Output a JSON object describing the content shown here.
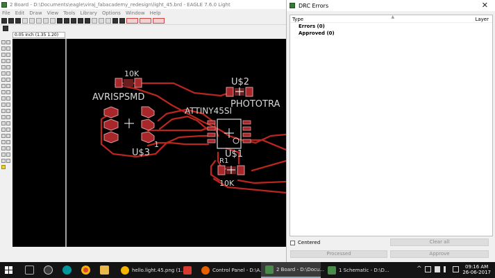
{
  "eagle": {
    "title": "2 Board - D:\\Documents\\eagle\\viraj_fabacademy_redesign\\light_45.brd - EAGLE 7.6.0 Light",
    "menu": [
      "File",
      "Edit",
      "Draw",
      "View",
      "Tools",
      "Library",
      "Options",
      "Window",
      "Help"
    ],
    "coordinate_readout": "0.05 inch (1.35 1.20)",
    "board_labels": {
      "r10k_top": "10K",
      "avrisp": "AVRISPSMD",
      "u2": "U$2",
      "phototr": "PHOTOTRA",
      "attiny": "ATTINY45SI",
      "u1": "U$1",
      "u3": "U$3",
      "pin1": "1",
      "r1": "R1",
      "r10k_bottom": "10K"
    }
  },
  "drc": {
    "title": "DRC Errors",
    "close_glyph": "✕",
    "columns": {
      "type": "Type",
      "layer": "Layer"
    },
    "items": [
      "Errors (0)",
      "Approved (0)"
    ],
    "centered_label": "Centered",
    "clear_all_label": "Clear all",
    "processed_label": "Processed",
    "approve_label": "Approve"
  },
  "taskbar": {
    "apps": [
      {
        "label": "hello.light.45.png (1...",
        "icon": "chrome-icon",
        "color": "#f4b400"
      },
      {
        "label": "",
        "icon": "autodesk-icon",
        "color": "#d63b2f"
      },
      {
        "label": "Control Panel - D:\\A...",
        "icon": "firefox-icon",
        "color": "#e66000"
      },
      {
        "label": "2 Board - D:\\Docu...",
        "icon": "eagle-icon",
        "color": "#4a8a4a"
      },
      {
        "label": "1 Schematic - D:\\D...",
        "icon": "eagle-icon",
        "color": "#4a8a4a"
      }
    ],
    "time": "09:16 AM",
    "date": "26-06-2017",
    "colors": {
      "taskbar_bg": "#141414",
      "trace": "#b8261f",
      "pad": "#a8272a"
    }
  }
}
